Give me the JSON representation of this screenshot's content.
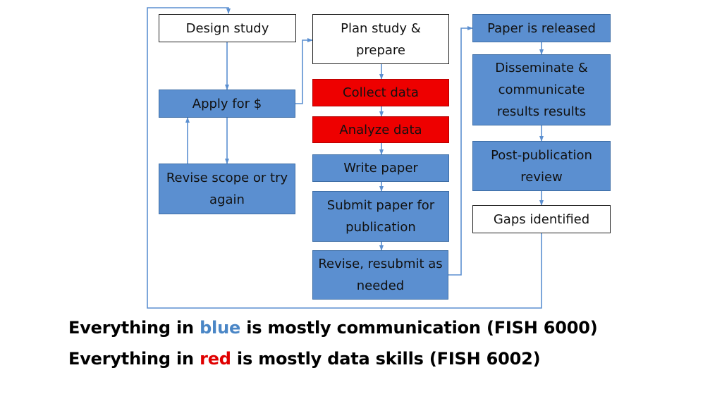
{
  "colors": {
    "blue_box": "#5b8fd0",
    "red_box": "#ee0000",
    "connector": "#5b8fd0",
    "white_box": "#ffffff"
  },
  "boxes": {
    "design_study": "Design study",
    "apply_for_funds": "Apply for $",
    "revise_scope": "Revise scope or try again",
    "plan_study": "Plan study & prepare",
    "collect_data": "Collect data",
    "analyze_data": "Analyze data",
    "write_paper": "Write paper",
    "submit_paper": "Submit paper for publication",
    "revise_resubmit": "Revise, resubmit as needed",
    "paper_released": "Paper is released",
    "disseminate": "Disseminate & communicate results results",
    "post_publication": "Post-publication review",
    "gaps_identified": "Gaps identified"
  },
  "caption": {
    "line1": {
      "prefix": "Everything in ",
      "highlight": "blue",
      "suffix": " is mostly communication (FISH 6000)"
    },
    "line2": {
      "prefix": "Everything in ",
      "highlight": "red",
      "suffix": " is mostly data skills (FISH 6002)"
    }
  }
}
